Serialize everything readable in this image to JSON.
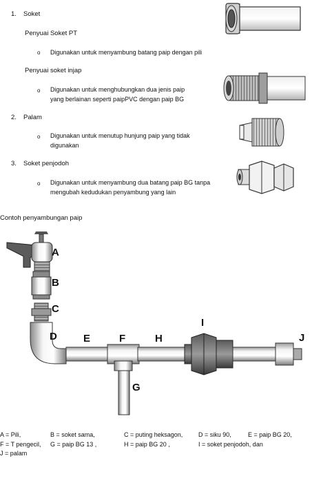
{
  "items": [
    {
      "num": "1.",
      "title": "Soket"
    },
    {
      "num": "2.",
      "title": "Palam"
    },
    {
      "num": "3.",
      "title": "Soket penjodoh"
    }
  ],
  "sub1": "Penyuai Soket PT",
  "sub1_bullet": "Digunakan untuk menyambung batang paip dengan pili",
  "sub2": "Penyuai soket injap",
  "sub2_bullet_l1": "Digunakan untuk menghubungkan dua jenis paip",
  "sub2_bullet_l2": "yang berlainan seperti paipPVC dengan paip BG",
  "palam_bullet_l1": "Digunakan untuk menutup hunjung paip yang tidak",
  "palam_bullet_l2": "digunakan",
  "penjodoh_bullet_l1": "Digunakan untuk menyambung dua batang paip BG tanpa",
  "penjodoh_bullet_l2": "mengubah kedudukan penyambung yang lain",
  "bullet_symbol": "o",
  "example_title": "Contoh penyambungan paip",
  "diagram_labels": {
    "A": "A",
    "B": "B",
    "C": "C",
    "D": "D",
    "E": "E",
    "F": "F",
    "G": "G",
    "H": "H",
    "I": "I",
    "J": "J"
  },
  "legend": {
    "l1": [
      "A = Pili,",
      "B = soket sama,",
      "C = puting heksagon,",
      "D = siku 90,",
      "E = paip BG 20,"
    ],
    "l2": [
      "F = T pengecil,",
      "G = paip BG 13 ,",
      "H = paip BG 20 ,",
      "I = soket penjodoh, dan"
    ],
    "l3": [
      "J = palam"
    ]
  }
}
